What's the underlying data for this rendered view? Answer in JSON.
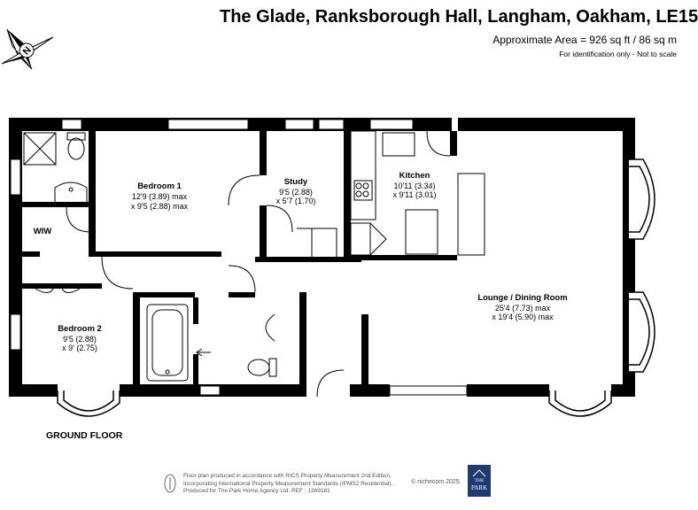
{
  "header": {
    "title": "The Glade, Ranksborough Hall, Langham, Oakham, LE15",
    "area": "Approximate Area = 926 sq ft / 86 sq m",
    "note": "For identification only - Not to scale"
  },
  "compass": {
    "letter": "N"
  },
  "rooms": {
    "bedroom1": {
      "name": "Bedroom 1",
      "dim1": "12'9 (3.89) max",
      "dim2": "x 9'5 (2.88) max"
    },
    "study": {
      "name": "Study",
      "dim1": "9'5 (2.88)",
      "dim2": "x 5'7 (1.70)"
    },
    "kitchen": {
      "name": "Kitchen",
      "dim1": "10'11 (3.34)",
      "dim2": "x 9'11 (3.01)"
    },
    "lounge": {
      "name": "Lounge / Dining Room",
      "dim1": "25'4 (7.73) max",
      "dim2": "x 19'4 (5.90) max"
    },
    "bedroom2": {
      "name": "Bedroom 2",
      "dim1": "9'5 (2.88)",
      "dim2": "x 9' (2.75)"
    },
    "wiw": {
      "name": "WIW"
    }
  },
  "floor_label": "GROUND FLOOR",
  "footer": {
    "line1": "Floor plan produced in accordance with RICS Property Measurement 2nd Edition,",
    "line2": "Incorporating International Property Measurement Standards (IPMS2 Residential).",
    "line3": "Produced for The Park Home Agency Ltd.   REF : 1369181",
    "copyright": "© nichecom 2025.",
    "logo_line1": "THE",
    "logo_line2": "PARK"
  }
}
